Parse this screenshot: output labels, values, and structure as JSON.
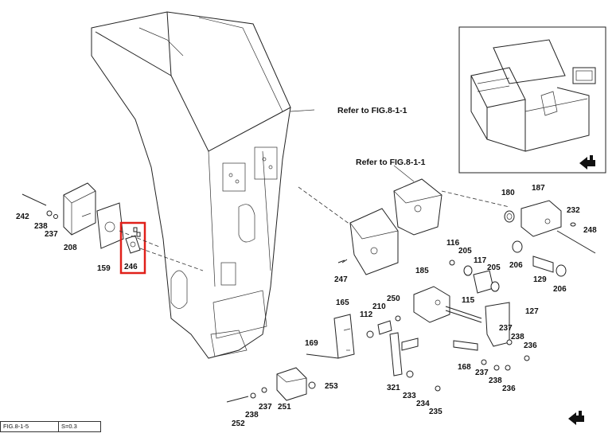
{
  "references": {
    "ref_upper": "Refer to FIG.8-1-1",
    "ref_lower": "Refer to FIG.8-1-1"
  },
  "footer": {
    "figure_id": "FIG.8-1-5",
    "scale": "S=0.3"
  },
  "highlight": {
    "part": "246",
    "color": "#e0201a"
  },
  "part_labels": [
    "242",
    "238",
    "237",
    "208",
    "159",
    "246",
    "180",
    "187",
    "232",
    "248",
    "116",
    "205",
    "117",
    "205",
    "206",
    "129",
    "206",
    "247",
    "185",
    "165",
    "112",
    "210",
    "250",
    "115",
    "127",
    "237",
    "238",
    "236",
    "168",
    "237",
    "238",
    "236",
    "169",
    "321",
    "233",
    "234",
    "235",
    "253",
    "252",
    "238",
    "237",
    "251"
  ],
  "icons": {
    "orientation": "arrow-orientation-icon"
  }
}
